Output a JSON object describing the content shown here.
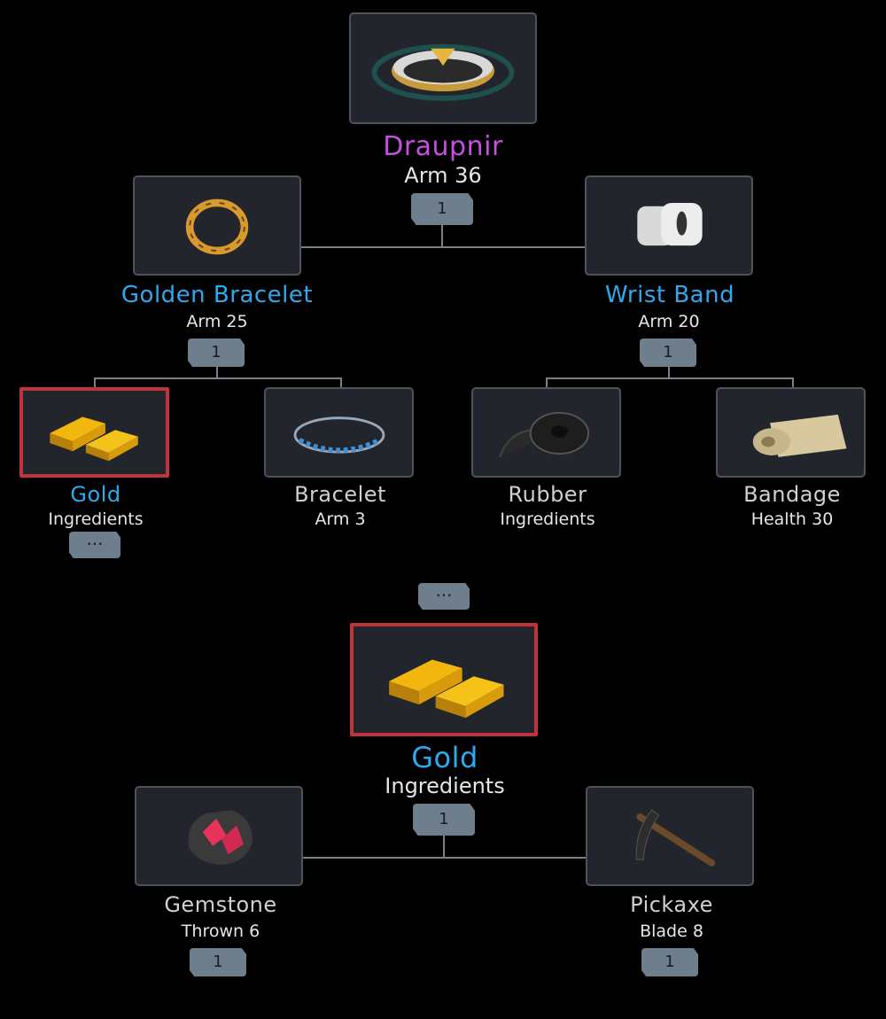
{
  "colors": {
    "legendary": "#c44fe0",
    "rare": "#2fa8f0",
    "common": "#d0d0d0",
    "highlight": "#c1323a",
    "badge": "#6f7e8d"
  },
  "upper_tree": {
    "root": {
      "name": "Draupnir",
      "stat": "Arm 36",
      "qty": "1",
      "icon": "ring-icon"
    },
    "left": {
      "name": "Golden Bracelet",
      "stat": "Arm 25",
      "qty": "1",
      "icon": "golden-bracelet-icon"
    },
    "right": {
      "name": "Wrist Band",
      "stat": "Arm 20",
      "qty": "1",
      "icon": "wrist-band-icon"
    },
    "leaf1": {
      "name": "Gold",
      "stat": "Ingredients",
      "more": "···",
      "icon": "gold-bars-icon"
    },
    "leaf2": {
      "name": "Bracelet",
      "stat": "Arm 3",
      "icon": "bracelet-icon"
    },
    "leaf3": {
      "name": "Rubber",
      "stat": "Ingredients",
      "icon": "rubber-roll-icon"
    },
    "leaf4": {
      "name": "Bandage",
      "stat": "Health 30",
      "icon": "bandage-icon"
    }
  },
  "lower_tree": {
    "more": "···",
    "root": {
      "name": "Gold",
      "stat": "Ingredients",
      "qty": "1",
      "icon": "gold-bars-icon"
    },
    "left": {
      "name": "Gemstone",
      "stat": "Thrown 6",
      "qty": "1",
      "icon": "gemstone-icon"
    },
    "right": {
      "name": "Pickaxe",
      "stat": "Blade 8",
      "qty": "1",
      "icon": "pickaxe-icon"
    }
  }
}
